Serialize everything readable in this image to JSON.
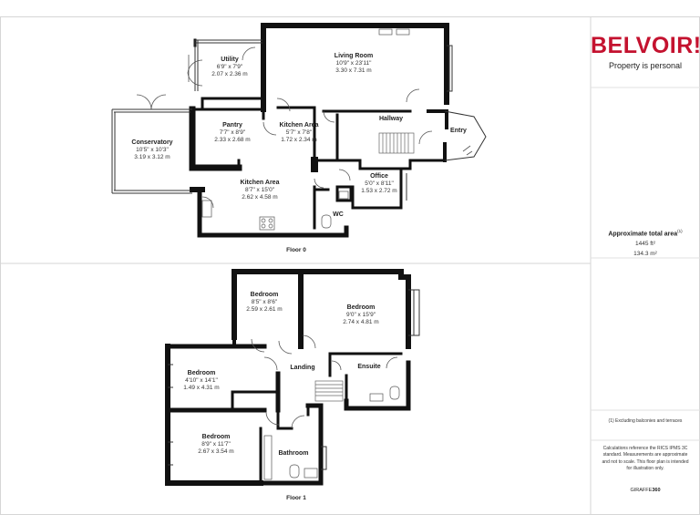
{
  "brand": {
    "logo": "BELVOIR!",
    "tagline": "Property is personal",
    "color": "#c4122f"
  },
  "floors": [
    {
      "label": "Floor 0",
      "rooms": [
        {
          "id": "living-room",
          "name": "Living Room",
          "dims": "10'9\" x 23'11\"",
          "metric": "3.30 x 7.31 m"
        },
        {
          "id": "utility",
          "name": "Utility",
          "dims": "6'9\" x 7'9\"",
          "metric": "2.07 x 2.36 m"
        },
        {
          "id": "pantry",
          "name": "Pantry",
          "dims": "7'7\" x 8'9\"",
          "metric": "2.33 x 2.68 m"
        },
        {
          "id": "kitchen-area-small",
          "name": "Kitchen Area",
          "dims": "5'7\" x 7'8\"",
          "metric": "1.72 x 2.34 m"
        },
        {
          "id": "hallway",
          "name": "Hallway",
          "dims": "",
          "metric": ""
        },
        {
          "id": "entry",
          "name": "Entry",
          "dims": "",
          "metric": ""
        },
        {
          "id": "conservatory",
          "name": "Conservatory",
          "dims": "10'5\" x 10'3\"",
          "metric": "3.19 x 3.12 m"
        },
        {
          "id": "kitchen-area-main",
          "name": "Kitchen Area",
          "dims": "8'7\" x 15'0\"",
          "metric": "2.62 x 4.58 m"
        },
        {
          "id": "office",
          "name": "Office",
          "dims": "5'0\" x 8'11\"",
          "metric": "1.53 x 2.72 m"
        },
        {
          "id": "wc",
          "name": "WC",
          "dims": "",
          "metric": ""
        }
      ]
    },
    {
      "label": "Floor 1",
      "rooms": [
        {
          "id": "bedroom-small",
          "name": "Bedroom",
          "dims": "8'5\" x 8'6\"",
          "metric": "2.59 x 2.61 m"
        },
        {
          "id": "bedroom-large",
          "name": "Bedroom",
          "dims": "9'0\" x 15'9\"",
          "metric": "2.74 x 4.81 m"
        },
        {
          "id": "bedroom-narrow",
          "name": "Bedroom",
          "dims": "4'10\" x 14'1\"",
          "metric": "1.49 x 4.31 m"
        },
        {
          "id": "landing",
          "name": "Landing",
          "dims": "",
          "metric": ""
        },
        {
          "id": "ensuite",
          "name": "Ensuite",
          "dims": "",
          "metric": ""
        },
        {
          "id": "bedroom-lower",
          "name": "Bedroom",
          "dims": "8'9\" x 11'7\"",
          "metric": "2.67 x 3.54 m"
        },
        {
          "id": "bathroom",
          "name": "Bathroom",
          "dims": "",
          "metric": ""
        }
      ]
    }
  ],
  "area": {
    "title": "Approximate total area",
    "footnote_mark": "(1)",
    "sqft": "1445 ft²",
    "sqm": "134.3 m²"
  },
  "note": "(1) Excluding balconies and terraces",
  "calc": "Calculations reference the RICS IPMS 3C standard. Measurements are approximate and not to scale. This floor plan is intended for illustration only.",
  "credit": {
    "name": "GIRAFFE",
    "suffix": "360"
  }
}
